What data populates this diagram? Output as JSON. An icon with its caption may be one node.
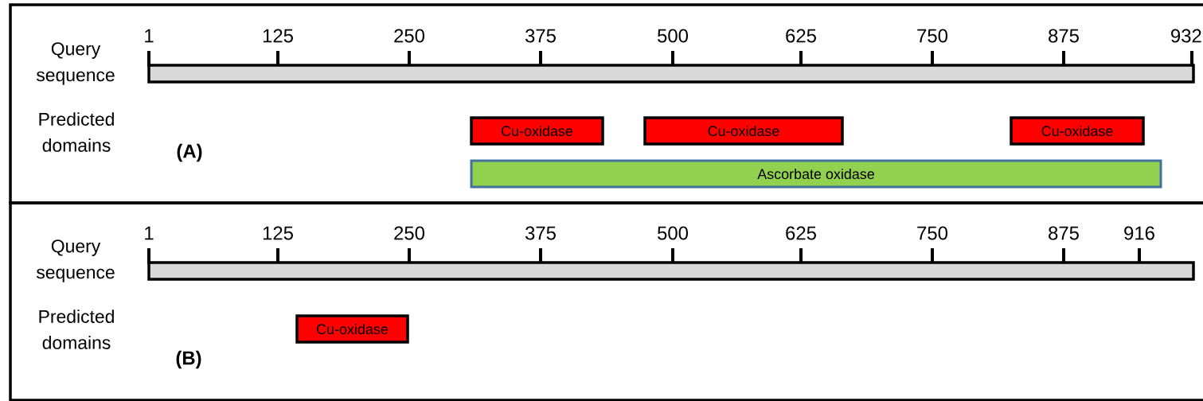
{
  "diagram": {
    "nodes": [
      {
        "text": [],
        "shape": "bar"
      },
      {
        "text": [
          "Cu-oxidase"
        ]
      },
      {
        "text": [
          "Cu-oxidase"
        ]
      },
      {
        "text": [
          "Cu-oxidase"
        ]
      },
      {
        "text": [
          "Ascorbate oxidase"
        ]
      },
      {
        "text": [],
        "shape": "bar"
      },
      {
        "text": [
          "Cu-oxidase"
        ]
      }
    ],
    "edges": [],
    "labels": [
      "1",
      "125",
      "250",
      "375",
      "500",
      "625",
      "750",
      "875",
      "932",
      "Query sequence",
      "Predicted domains",
      "(A)",
      "1",
      "125",
      "250",
      "375",
      "500",
      "625",
      "750",
      "875",
      "916",
      "Query sequence",
      "Predicted domains",
      "(B)"
    ]
  }
}
